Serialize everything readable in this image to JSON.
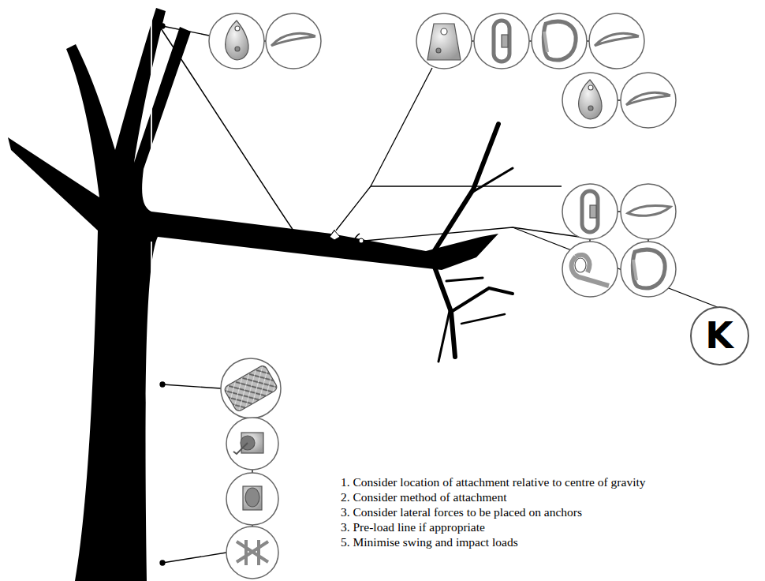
{
  "diagram": {
    "nodes": [
      {
        "text": [
          "K"
        ]
      }
    ],
    "labels": [
      "1. Consider location of attachment relative to centre of gravity",
      "2. Consider method of attachment",
      "3. Consider lateral forces to be placed on anchors",
      "3. Pre-load line if appropriate",
      "5. Minimise swing and impact loads"
    ]
  }
}
